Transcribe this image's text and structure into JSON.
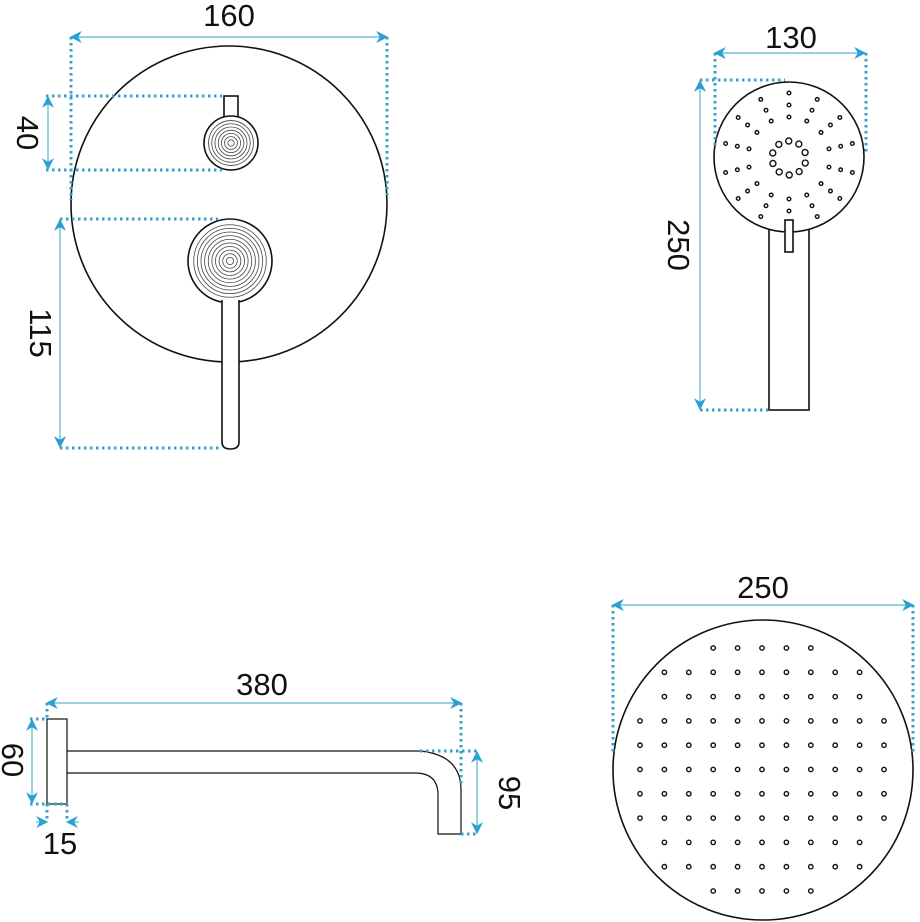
{
  "colors": {
    "dimension": "#3a9fc7",
    "outline": "#111111"
  },
  "mixer": {
    "width_label": "160",
    "upper_offset_label": "40",
    "lower_offset_label": "115"
  },
  "hand_shower": {
    "width_label": "130",
    "length_label": "250"
  },
  "shower_arm": {
    "length_label": "380",
    "plate_height_label": "60",
    "plate_depth_label": "15",
    "drop_label": "95"
  },
  "rain_shower": {
    "diameter_label": "250"
  }
}
